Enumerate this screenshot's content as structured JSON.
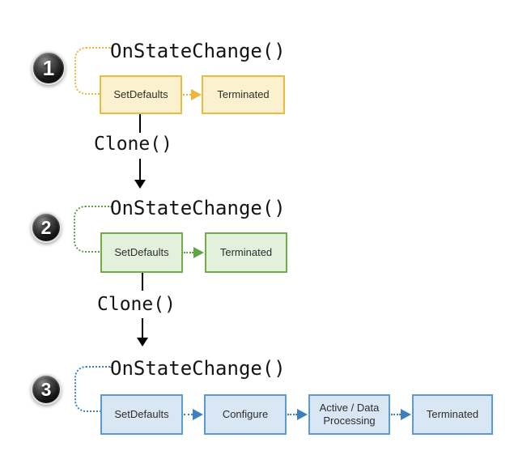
{
  "diagram": {
    "stages": [
      {
        "number": "1",
        "event_label": "OnStateChange()",
        "boxes": [
          {
            "label": "SetDefaults"
          },
          {
            "label": "Terminated"
          }
        ],
        "colors": {
          "border": "#EDBB3F",
          "fill": "#FCF1CE",
          "accent": "#EDB53C"
        }
      },
      {
        "number": "2",
        "event_label": "OnStateChange()",
        "boxes": [
          {
            "label": "SetDefaults"
          },
          {
            "label": "Terminated"
          }
        ],
        "colors": {
          "border": "#71AD47",
          "fill": "#E3F0DB",
          "accent": "#60A344"
        }
      },
      {
        "number": "3",
        "event_label": "OnStateChange()",
        "boxes": [
          {
            "label": "SetDefaults"
          },
          {
            "label": "Configure"
          },
          {
            "label": "Active / Data Processing"
          },
          {
            "label": "Terminated"
          }
        ],
        "colors": {
          "border": "#5B9BD5",
          "fill": "#D9E7F5",
          "accent": "#3F7FC1"
        }
      }
    ],
    "transitions": [
      {
        "label": "Clone()"
      },
      {
        "label": "Clone()"
      }
    ]
  }
}
